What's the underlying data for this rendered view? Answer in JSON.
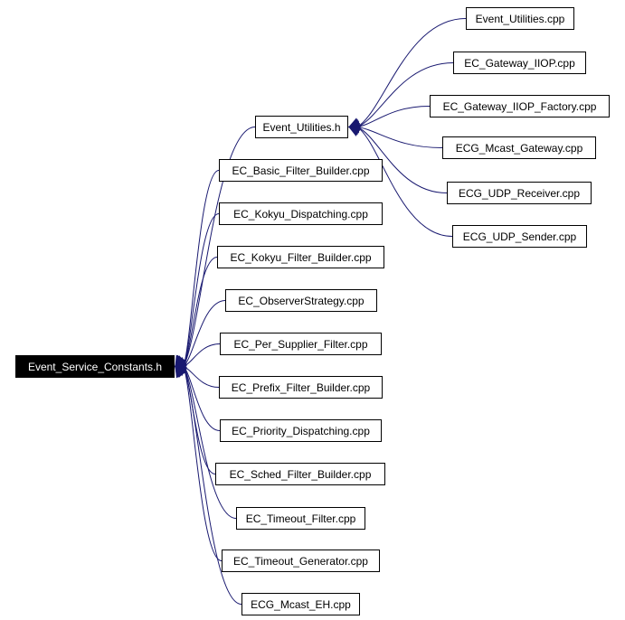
{
  "colors": {
    "edge": "#191970",
    "node_border": "#000000",
    "root_fill": "#000000",
    "root_text": "#ffffff"
  },
  "nodes": {
    "root": "Event_Service_Constants.h",
    "utilities_h": "Event_Utilities.h",
    "utilities_cpp": "Event_Utilities.cpp",
    "gateway_iiop": "EC_Gateway_IIOP.cpp",
    "gateway_iiop_factory": "EC_Gateway_IIOP_Factory.cpp",
    "mcast_gateway": "ECG_Mcast_Gateway.cpp",
    "udp_receiver": "ECG_UDP_Receiver.cpp",
    "udp_sender": "ECG_UDP_Sender.cpp",
    "basic_filter_builder": "EC_Basic_Filter_Builder.cpp",
    "kokyu_dispatching": "EC_Kokyu_Dispatching.cpp",
    "kokyu_filter_builder": "EC_Kokyu_Filter_Builder.cpp",
    "observer_strategy": "EC_ObserverStrategy.cpp",
    "per_supplier_filter": "EC_Per_Supplier_Filter.cpp",
    "prefix_filter_builder": "EC_Prefix_Filter_Builder.cpp",
    "priority_dispatching": "EC_Priority_Dispatching.cpp",
    "sched_filter_builder": "EC_Sched_Filter_Builder.cpp",
    "timeout_filter": "EC_Timeout_Filter.cpp",
    "timeout_generator": "EC_Timeout_Generator.cpp",
    "mcast_eh": "ECG_Mcast_EH.cpp"
  },
  "edges": [
    {
      "from": "utilities_h",
      "to": "root"
    },
    {
      "from": "basic_filter_builder",
      "to": "root"
    },
    {
      "from": "kokyu_dispatching",
      "to": "root"
    },
    {
      "from": "kokyu_filter_builder",
      "to": "root"
    },
    {
      "from": "observer_strategy",
      "to": "root"
    },
    {
      "from": "per_supplier_filter",
      "to": "root"
    },
    {
      "from": "prefix_filter_builder",
      "to": "root"
    },
    {
      "from": "priority_dispatching",
      "to": "root"
    },
    {
      "from": "sched_filter_builder",
      "to": "root"
    },
    {
      "from": "timeout_filter",
      "to": "root"
    },
    {
      "from": "timeout_generator",
      "to": "root"
    },
    {
      "from": "mcast_eh",
      "to": "root"
    },
    {
      "from": "utilities_cpp",
      "to": "utilities_h"
    },
    {
      "from": "gateway_iiop",
      "to": "utilities_h"
    },
    {
      "from": "gateway_iiop_factory",
      "to": "utilities_h"
    },
    {
      "from": "mcast_gateway",
      "to": "utilities_h"
    },
    {
      "from": "udp_receiver",
      "to": "utilities_h"
    },
    {
      "from": "udp_sender",
      "to": "utilities_h"
    }
  ]
}
